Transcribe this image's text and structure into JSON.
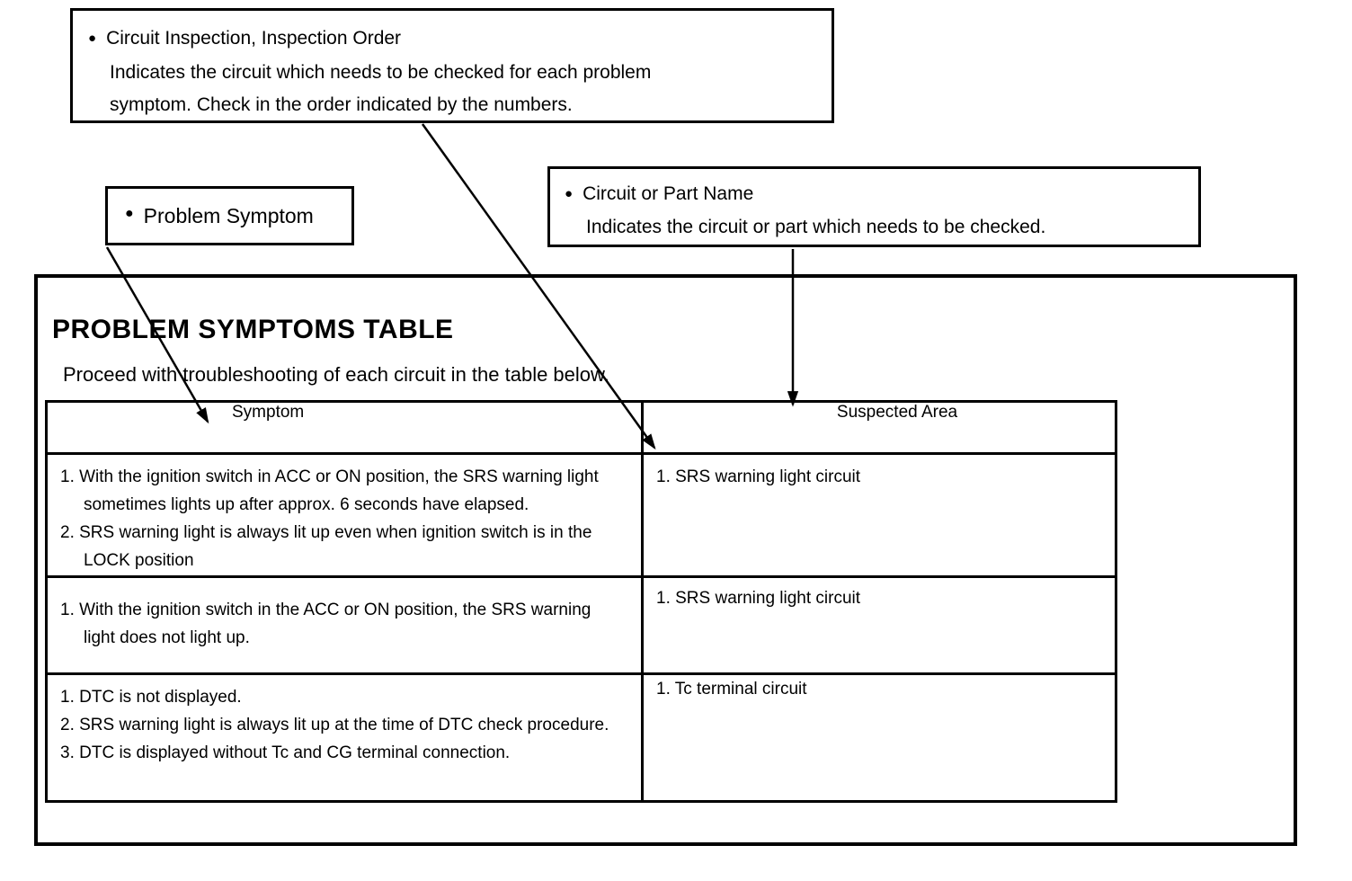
{
  "callouts": {
    "inspection": {
      "bullet": "●",
      "title": "Circuit Inspection, Inspection Order",
      "line1": "Indicates the circuit which needs to be checked for each problem",
      "line2": "symptom. Check in the order indicated by the numbers."
    },
    "problem_symptom": {
      "bullet": "●",
      "label": "Problem Symptom"
    },
    "circuit_part": {
      "bullet": "●",
      "title": "Circuit or Part Name",
      "line1": "Indicates the circuit or part which needs to be checked."
    }
  },
  "section": {
    "title": "PROBLEM SYMPTOMS TABLE",
    "intro": "Proceed with troubleshooting of each circuit in the table below."
  },
  "table": {
    "headers": {
      "symptom": "Symptom",
      "suspected_area": "Suspected Area"
    },
    "rows": [
      {
        "symptoms": [
          "1. With the ignition switch in ACC or ON position, the SRS warning light sometimes lights up after approx. 6 seconds have elapsed.",
          "2. SRS warning light is always lit up even when ignition switch is in the LOCK position"
        ],
        "suspected": [
          "1. SRS warning light circuit"
        ]
      },
      {
        "symptoms": [
          "1. With the ignition switch in the ACC or ON position, the SRS warning light does not light up."
        ],
        "suspected": [
          "1. SRS warning light circuit"
        ]
      },
      {
        "symptoms": [
          "1. DTC is not displayed.",
          "2. SRS warning light is always lit up at the time of DTC check procedure.",
          "3. DTC is displayed without Tc and CG terminal connection."
        ],
        "suspected": [
          "1. Tc terminal circuit"
        ]
      }
    ]
  },
  "colors": {
    "ink": "#000000",
    "paper": "#ffffff"
  }
}
